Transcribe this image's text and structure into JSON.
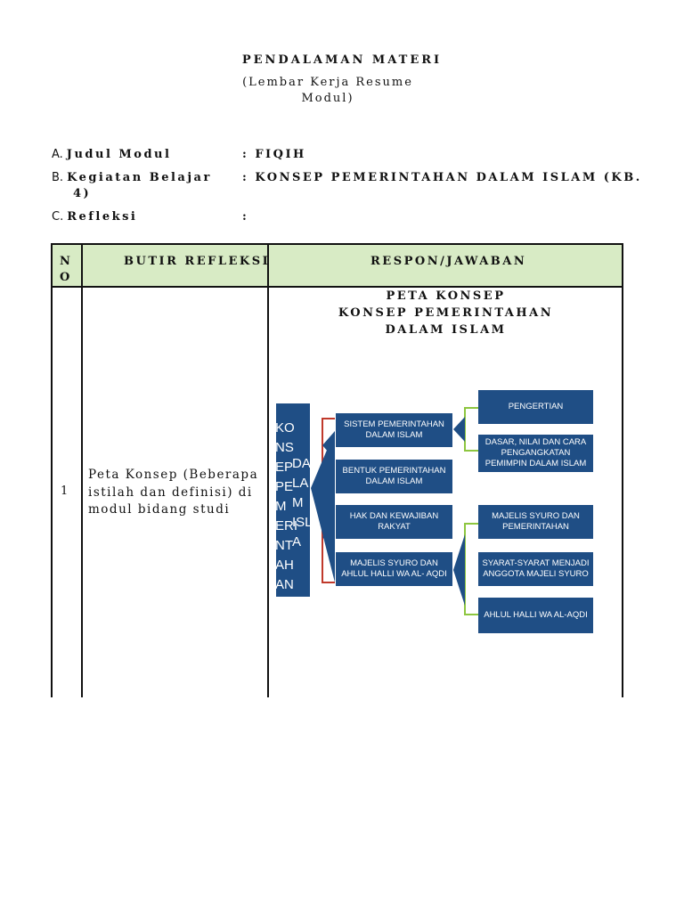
{
  "header": {
    "title": "PENDALAMAN MATERI",
    "subtitle_line1": "(Lembar Kerja Resume",
    "subtitle_line2": "Modul)"
  },
  "meta": [
    {
      "letter": "A.",
      "label": "Judul Modul",
      "value": ": FIQIH",
      "cont": ""
    },
    {
      "letter": "B.",
      "label": "Kegiatan Belajar",
      "value": ": KONSEP PEMERINTAHAN DALAM ISLAM (KB.",
      "cont": "4)"
    },
    {
      "letter": "C.",
      "label": "Refleksi",
      "value": ":",
      "cont": ""
    }
  ],
  "table": {
    "col_no_line1": "N",
    "col_no_line2": "O",
    "col_butir": "BUTIR REFLEKSI",
    "col_respon": "RESPON/JAWABAN",
    "row_no": "1",
    "butir_text": "Peta Konsep (Beberapa istilah dan definisi) di modul bidang studi",
    "peta_title_line1": "PETA KONSEP",
    "peta_title_line2": "KONSEP PEMERINTAHAN",
    "peta_title_line3": "DALAM ISLAM"
  },
  "concept_map": {
    "root_col1": "KO\nNS\nEP\nPE\nM\nERI\nNT\nAH\nAN",
    "root_col2": "DA\nLA\nM\nISL\nA",
    "branches": [
      "SISTEM PEMERINTAHAN DALAM ISLAM",
      "BENTUK PEMERINTAHAN DALAM ISLAM",
      "HAK DAN KEWAJIBAN RAKYAT",
      "MAJELIS SYURO DAN AHLUL HALLI WA AL- AQDI"
    ],
    "leaves_sistem": [
      "PENGERTIAN",
      "DASAR, NILAI DAN CARA PENGANGKATAN PEMIMPIN DALAM ISLAM"
    ],
    "leaves_majelis": [
      "MAJELIS SYURO DAN PEMERINTAHAN",
      "SYARAT-SYARAT MENJADI ANGGOTA MAJELI SYURO",
      "AHLUL HALLI WA AL-AQDI"
    ],
    "colors": {
      "box": "#1f4e85",
      "bracket_main": "#c0392b",
      "bracket_sub": "#8dc63f",
      "header_fill": "#d8ebc5"
    }
  }
}
